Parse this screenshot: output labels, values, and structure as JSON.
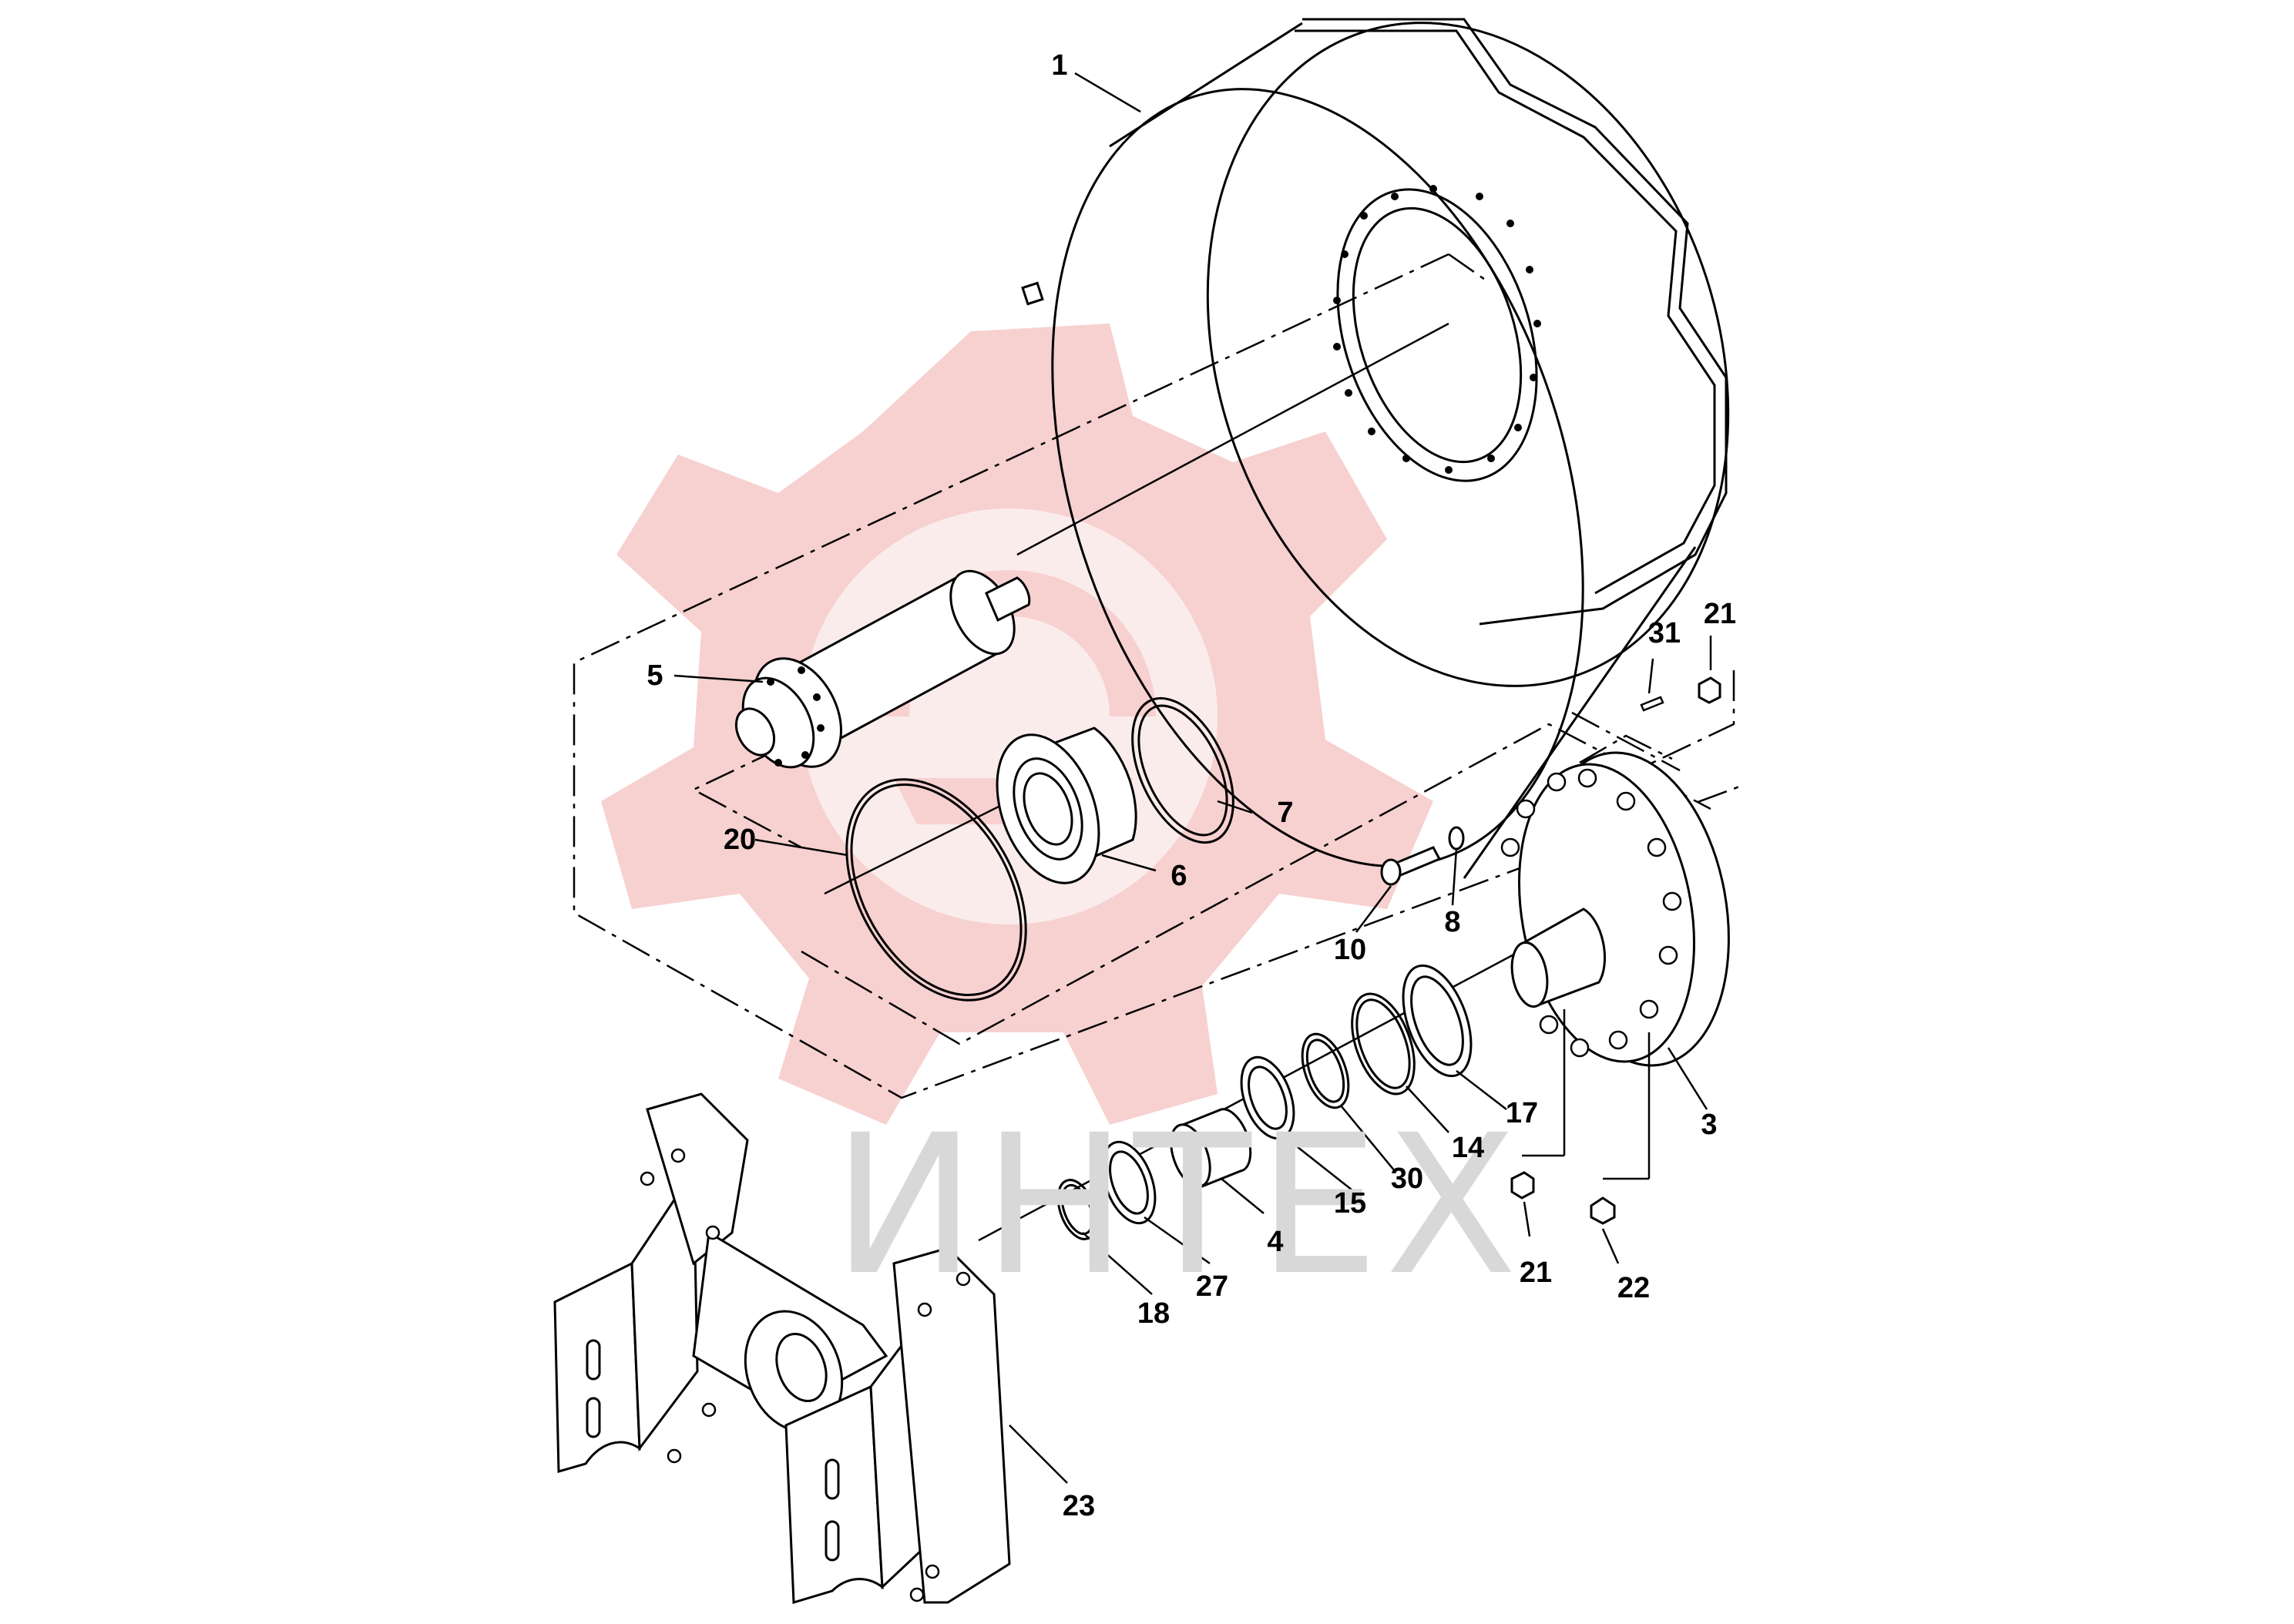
{
  "watermark": {
    "text": "ИНТЕХ",
    "color": "#f2b8b8"
  },
  "callouts": {
    "c1": "1",
    "c3": "3",
    "c4": "4",
    "c5": "5",
    "c6": "6",
    "c7": "7",
    "c8": "8",
    "c10": "10",
    "c14": "14",
    "c15": "15",
    "c17": "17",
    "c18": "18",
    "c20": "20",
    "c21a": "21",
    "c21b": "21",
    "c22": "22",
    "c23": "23",
    "c27": "27",
    "c30": "30",
    "c31": "31"
  }
}
